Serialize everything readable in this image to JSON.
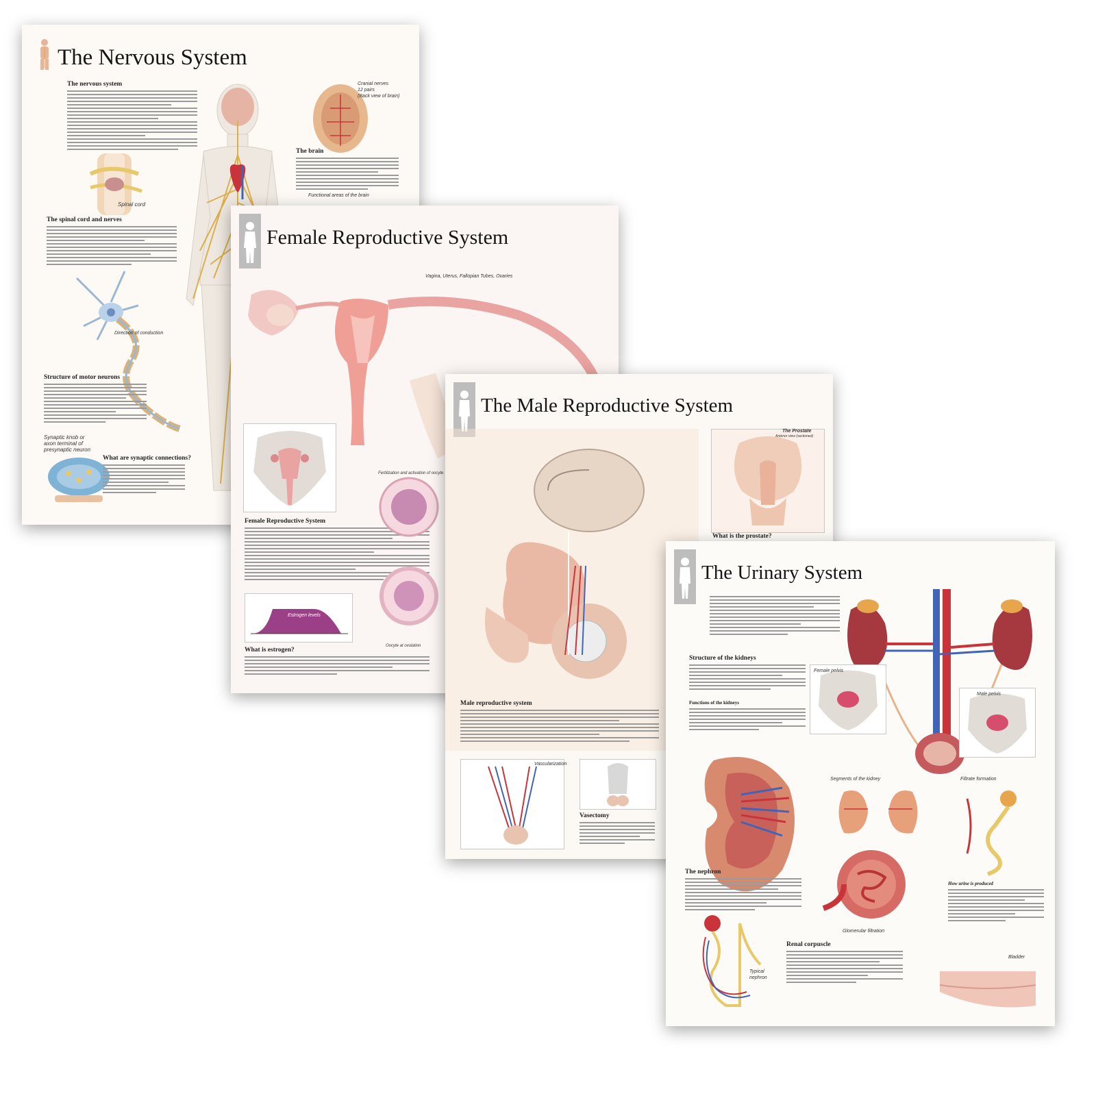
{
  "posters": {
    "nervous": {
      "title": "The Nervous System",
      "sections": {
        "nervous_system": "The nervous system",
        "brain": "The brain",
        "spinal_cord_nerves": "The spinal cord and nerves",
        "motor_neurons": "Structure of motor neurons",
        "synaptic": "What are synaptic connections?"
      },
      "captions": {
        "cranial": "Cranial nerves\n12 pairs\n(Back view of brain)",
        "functional": "Functional areas of the brain",
        "spinal_cord": "Spinal cord",
        "direction": "Direction of conduction",
        "synaptic_knob": "Synaptic knob or\naxon terminal of\npresynaptic neuron"
      }
    },
    "female": {
      "title": "Female Reproductive System",
      "sections": {
        "female_repro": "Female Reproductive System",
        "estrogen": "What is estrogen?"
      },
      "captions": {
        "vagina": "Vagina, Uterus, Fallopian Tubes, Ovaries",
        "estrogen_levels": "Estrogen levels",
        "fertilization": "Fertilization and activation of oocyte",
        "oocyte": "Oocyte at ovulation"
      }
    },
    "male": {
      "title": "The Male Reproductive System",
      "sections": {
        "prostate_q": "What is the prostate?",
        "male_repro": "Male reproductive system",
        "vasectomy": "Vasectomy"
      },
      "captions": {
        "prostate": "The Prostate",
        "prostate_view": "Anterior view (sectioned)",
        "vascularization": "Vascularization"
      }
    },
    "urinary": {
      "title": "The Urinary System",
      "sections": {
        "kidneys": "Structure of the kidneys",
        "functions": "Functions of the kidneys",
        "nephron": "The nephron",
        "renal_corpuscle": "Renal corpuscle"
      },
      "captions": {
        "female_pelvis": "Female pelvis",
        "male_pelvis": "Male pelvis",
        "segments": "Segments of the kidney",
        "filtrate": "Filtrate formation",
        "glomerular": "Glomerular filtration",
        "typical_nephron": "Typical\nnephron",
        "urine": "How urine is produced",
        "bladder": "Bladder"
      }
    }
  },
  "colors": {
    "poster_bg": "#fdfaf6",
    "nerve_yellow": "#e8c96a",
    "organ_pink": "#e9a3a0",
    "artery_red": "#c8343a",
    "vein_blue": "#3f64b8",
    "skin": "#f3d9c6"
  }
}
